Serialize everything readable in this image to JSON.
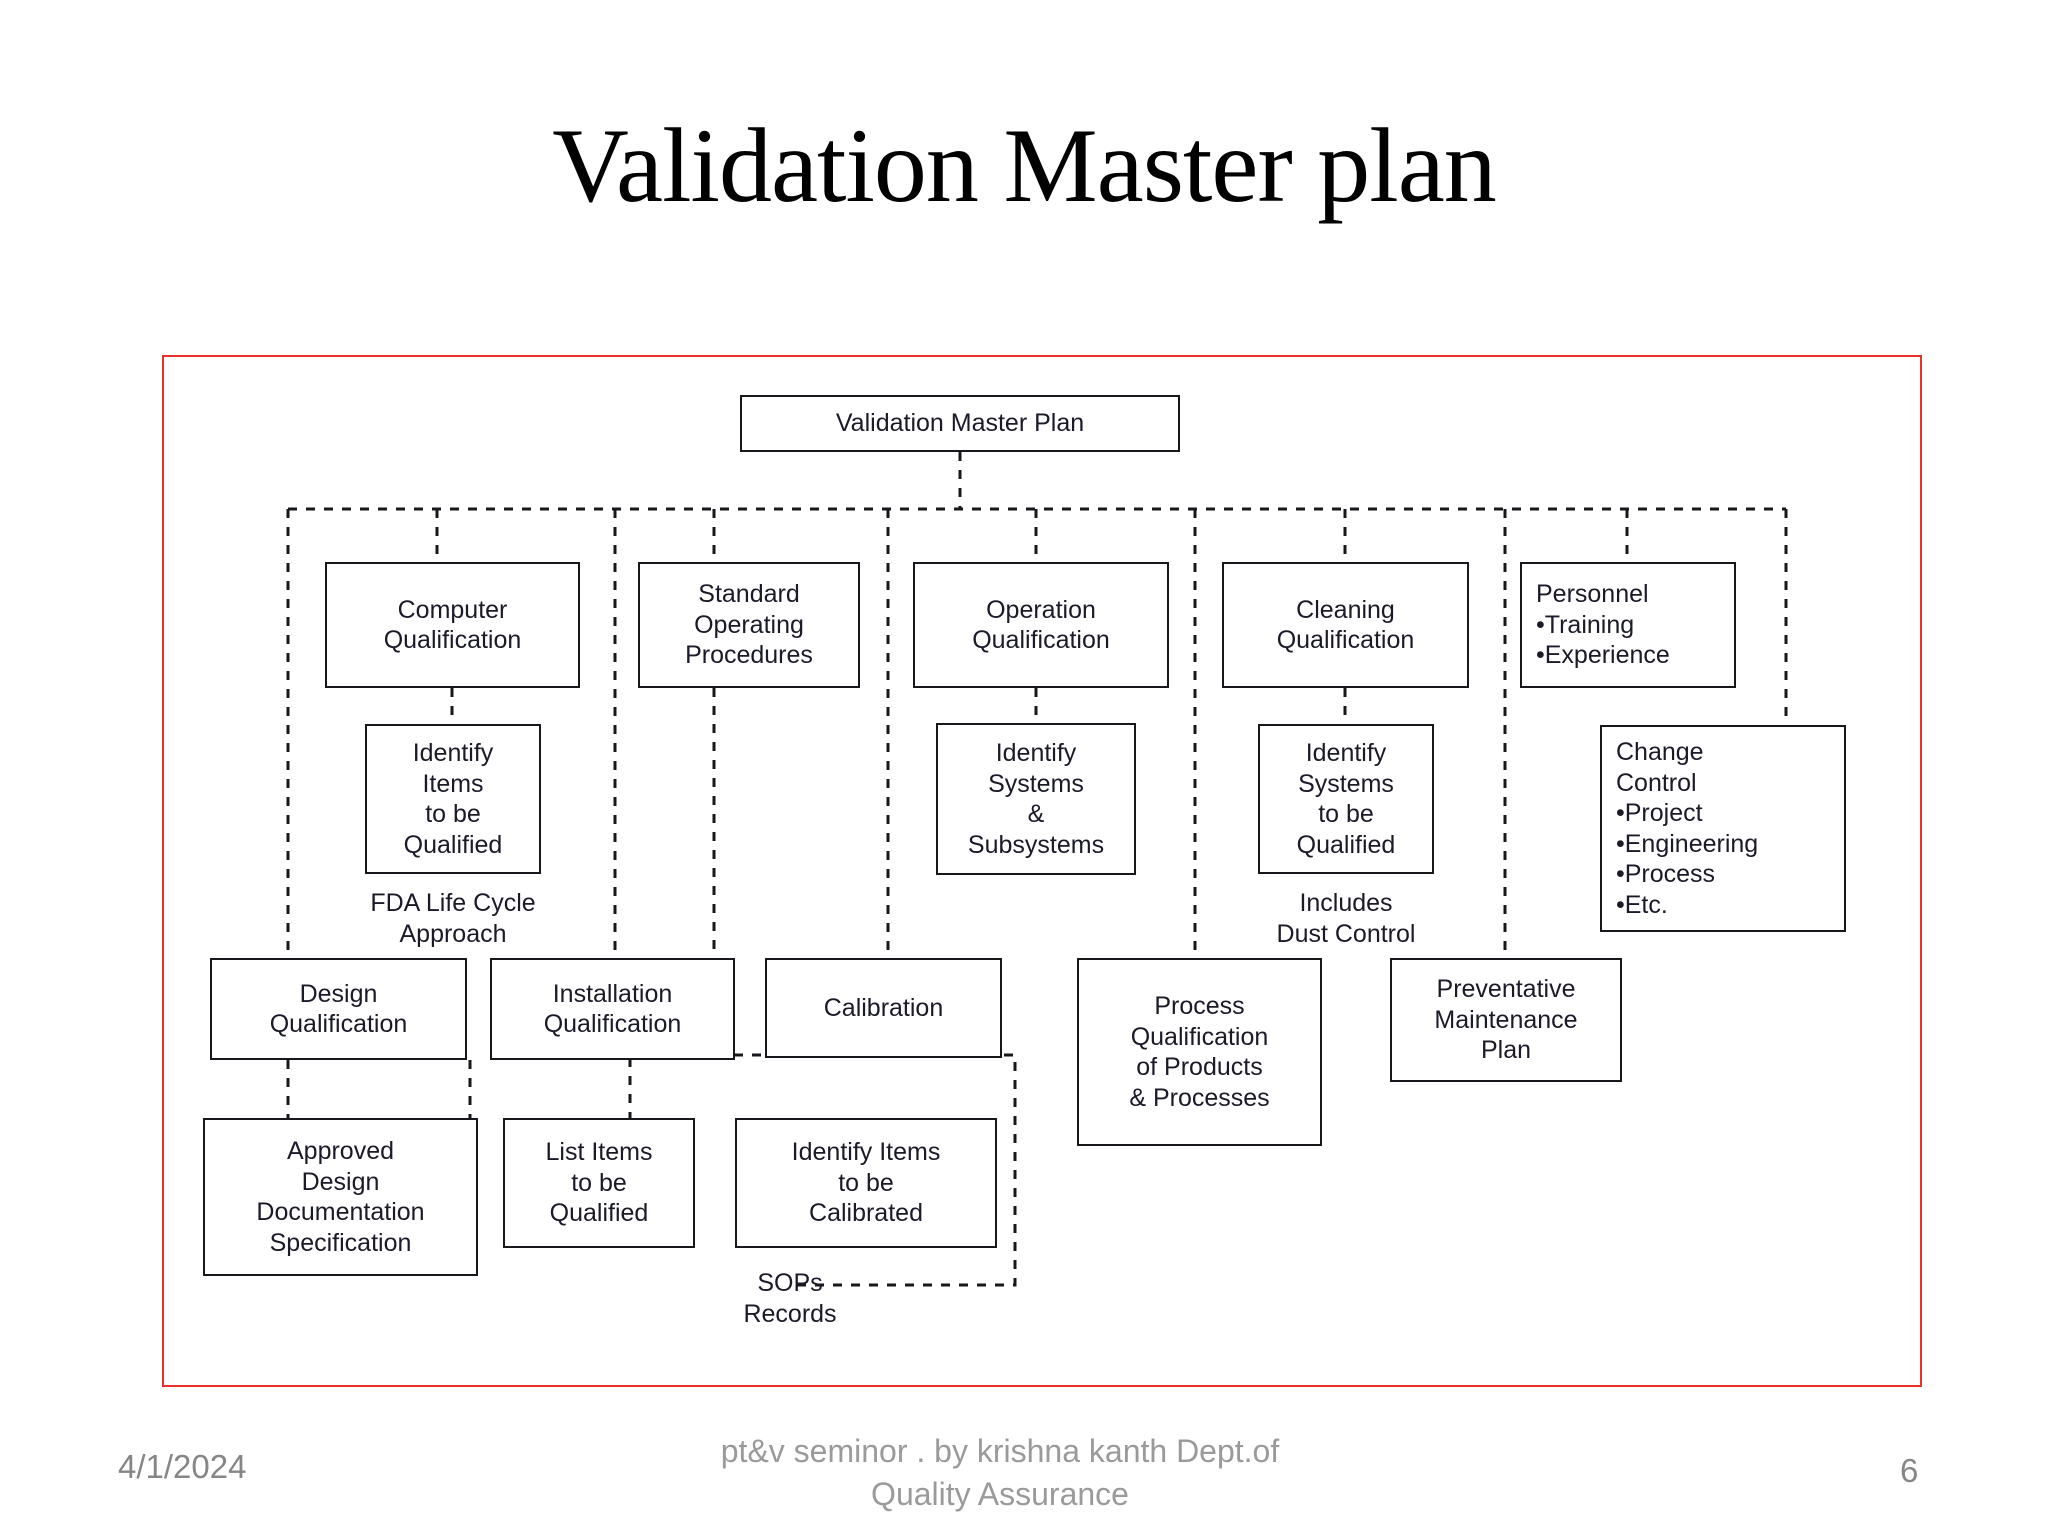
{
  "slide": {
    "title": "Validation Master plan",
    "frame_color": "#e8322a"
  },
  "footer": {
    "date": "4/1/2024",
    "center_text": "pt&v seminor . by krishna kanth Dept.of Quality Assurance",
    "page_number": "6"
  },
  "diagram": {
    "root": "Validation Master Plan",
    "nodes": {
      "computer_qualification": "Computer\nQualification",
      "standard_operating_procedures": "Standard\nOperating\nProcedures",
      "operation_qualification": "Operation\nQualification",
      "cleaning_qualification": "Cleaning\nQualification",
      "personnel_title": "Personnel",
      "personnel_b1": "•Training",
      "personnel_b2": "•Experience",
      "identify_items_to_be_qualified": "Identify\nItems\nto be\nQualified",
      "identify_systems_subsystems": "Identify\nSystems\n&\nSubsystems",
      "identify_systems_to_be_qualified": "Identify\nSystems\nto be\nQualified",
      "change_control_title": "Change\nControl",
      "change_control_b1": "•Project",
      "change_control_b2": "•Engineering",
      "change_control_b3": "•Process",
      "change_control_b4": "•Etc.",
      "design_qualification": "Design\nQualification",
      "installation_qualification": "Installation\nQualification",
      "calibration": "Calibration",
      "process_qualification": "Process\nQualification\nof Products\n& Processes",
      "preventative_maintenance_plan": "Preventative\nMaintenance\nPlan",
      "approved_design_documentation": "Approved\nDesign\nDocumentation\nSpecification",
      "list_items_to_be_qualified": "List Items\nto be\nQualified",
      "identify_items_to_be_calibrated": "Identify Items\nto be\nCalibrated"
    },
    "captions": {
      "fda_life_cycle": "FDA Life Cycle\nApproach",
      "includes_dust_control": "Includes\nDust Control",
      "sops_records": "SOPs\nRecords"
    }
  }
}
